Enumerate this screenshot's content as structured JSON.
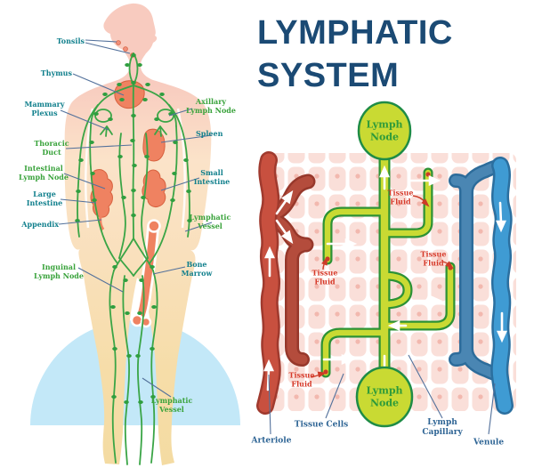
{
  "title": {
    "line1": "LYMPHATIC",
    "line2": "SYSTEM"
  },
  "colors": {
    "title_navy": "#1b4a74",
    "teal_label": "#12808d",
    "green_label": "#3aa33c",
    "blue_label": "#2f6595",
    "red_label": "#d63a2a",
    "lymph_node_fill": "#c9da33",
    "lymph_node_border": "#1f8c46",
    "lymph_node_text": "#2f9b3a",
    "arteriole_red": "#c8503f",
    "venule_blue": "#3f9bd3",
    "lymph_vessel_yellow_green": "#c9da33",
    "lymph_vessel_outline": "#2c9235",
    "tissue_cell_pink": "#f5beb2",
    "body_skin_pink": "#f8cbbf",
    "body_skin_tan": "#f4dba2",
    "backdrop_light_blue": "#c3e8f8",
    "organ_orange": "#ef8261",
    "network_green": "#3aa546"
  },
  "figure": {
    "labels": [
      {
        "id": "tonsils",
        "text": "Tonsils",
        "color": "teal"
      },
      {
        "id": "thymus",
        "text": "Thymus",
        "color": "teal"
      },
      {
        "id": "mammary-plexus",
        "text": "Mammary\nPlexus",
        "color": "teal"
      },
      {
        "id": "thoracic-duct",
        "text": "Thoracic\nDuct",
        "color": "green"
      },
      {
        "id": "intestinal-lymph-node",
        "text": "Intestinal\nLymph Node",
        "color": "green"
      },
      {
        "id": "large-intestine",
        "text": "Large\nIntestine",
        "color": "teal"
      },
      {
        "id": "appendix",
        "text": "Appendix",
        "color": "teal"
      },
      {
        "id": "inguinal-lymph-node",
        "text": "Inguinal\nLymph Node",
        "color": "green"
      },
      {
        "id": "axillary-lymph-node",
        "text": "Axillary\nLymph Node",
        "color": "green"
      },
      {
        "id": "spleen",
        "text": "Spleen",
        "color": "teal"
      },
      {
        "id": "small-intestine",
        "text": "Small\nIntestine",
        "color": "teal"
      },
      {
        "id": "lymphatic-vessel-right",
        "text": "Lymphatic\nVessel",
        "color": "green"
      },
      {
        "id": "bone-marrow",
        "text": "Bone\nMarrow",
        "color": "teal"
      },
      {
        "id": "lymphatic-vessel-leg",
        "text": "Lymphatic\nVessel",
        "color": "green"
      }
    ]
  },
  "diagram": {
    "lymph_node_top": "Lymph\nNode",
    "lymph_node_bottom": "Lymph\nNode",
    "tissue_fluid": "Tissue\nFluid",
    "labels": {
      "tissue_cells": "Tissue Cells",
      "lymph_capillary": "Lymph\nCapillary",
      "arteriole": "Arteriole",
      "venule": "Venule"
    }
  }
}
